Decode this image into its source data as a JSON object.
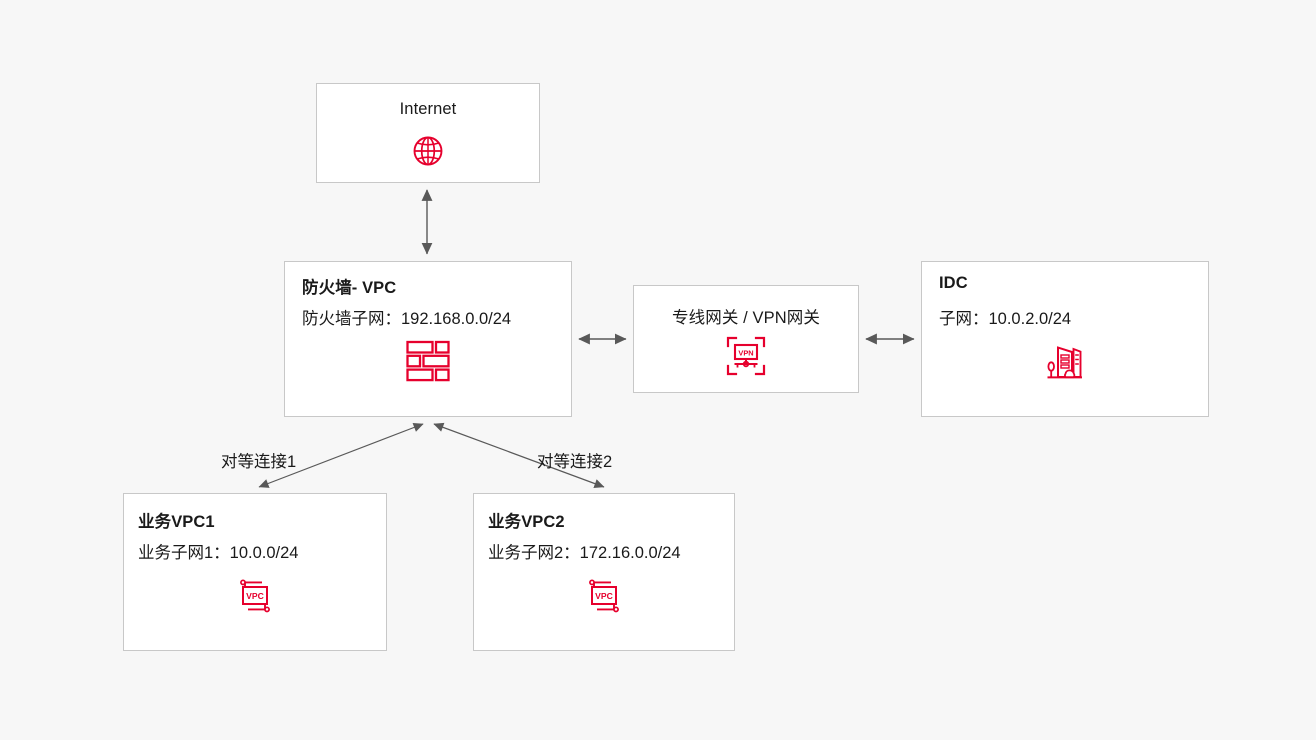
{
  "diagram": {
    "background_color": "#f7f7f7",
    "node_fill": "#ffffff",
    "node_border_color": "#c8c8c8",
    "accent_color": "#e6002d",
    "arrow_color": "#595959",
    "text_color": "#1a1a1a"
  },
  "nodes": {
    "internet": {
      "title": "Internet",
      "icon": "globe-icon"
    },
    "firewall_vpc": {
      "title": "防火墙- VPC",
      "subtitle": "防火墙子网：192.168.0.0/24",
      "icon": "firewall-brick-icon"
    },
    "gateway": {
      "title": "专线网关 / VPN网关",
      "icon": "vpn-gateway-icon",
      "icon_label": "VPN"
    },
    "idc": {
      "title": "IDC",
      "subtitle": "子网：10.0.2.0/24",
      "icon": "idc-datacenter-icon"
    },
    "business_vpc1": {
      "title": "业务VPC1",
      "subtitle": "业务子网1：10.0.0/24",
      "icon": "vpc-icon",
      "icon_label": "VPC"
    },
    "business_vpc2": {
      "title": "业务VPC2",
      "subtitle": "业务子网2：172.16.0.0/24",
      "icon": "vpc-icon",
      "icon_label": "VPC"
    }
  },
  "edges": {
    "internet_to_firewall": {
      "label": "",
      "style": "bidirectional"
    },
    "firewall_to_gateway": {
      "label": "",
      "style": "bidirectional"
    },
    "gateway_to_idc": {
      "label": "",
      "style": "bidirectional"
    },
    "firewall_to_vpc1": {
      "label": "对等连接1",
      "style": "bidirectional"
    },
    "firewall_to_vpc2": {
      "label": "对等连接2",
      "style": "bidirectional"
    }
  }
}
